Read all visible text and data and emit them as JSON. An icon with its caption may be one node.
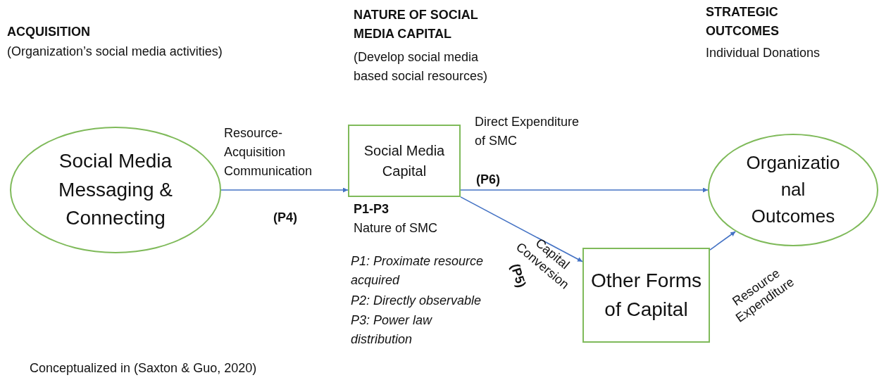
{
  "diagram": {
    "caption": "Conceptualized in (Saxton & Guo, 2020)",
    "nodes": [
      {
        "text": [
          "Social Media Messaging & Connecting"
        ]
      },
      {
        "text": [
          "Social Media Capital"
        ]
      },
      {
        "text": [
          "Organizatio nal Outcomes"
        ]
      },
      {
        "text": [
          "Other Forms of Capital"
        ]
      }
    ],
    "edges": [
      {
        "from": 0,
        "to": 1,
        "arrow": "to",
        "label": "Resource- Acquisition Communication"
      },
      {
        "from": 1,
        "to": 2,
        "arrow": "to",
        "label": "Direct Expenditure of SMC"
      },
      {
        "from": 1,
        "to": 3,
        "arrow": "to",
        "label": "Capital Conversion"
      },
      {
        "from": 3,
        "to": 2,
        "arrow": "to",
        "label": "Resource Expenditure"
      }
    ],
    "labels": [
      "ACQUISITION",
      "(Organization’s social media activities)",
      "NATURE OF SOCIAL MEDIA CAPITAL",
      "(Develop social media based social resources)",
      "STRATEGIC OUTCOMES",
      "Individual Donations",
      "(P4)",
      "(P6)",
      "P1-P3",
      "Nature of SMC",
      "(P5)",
      "P1: Proximate resource acquired",
      "P2: Directly observable",
      "P3: Power law distribution"
    ]
  }
}
